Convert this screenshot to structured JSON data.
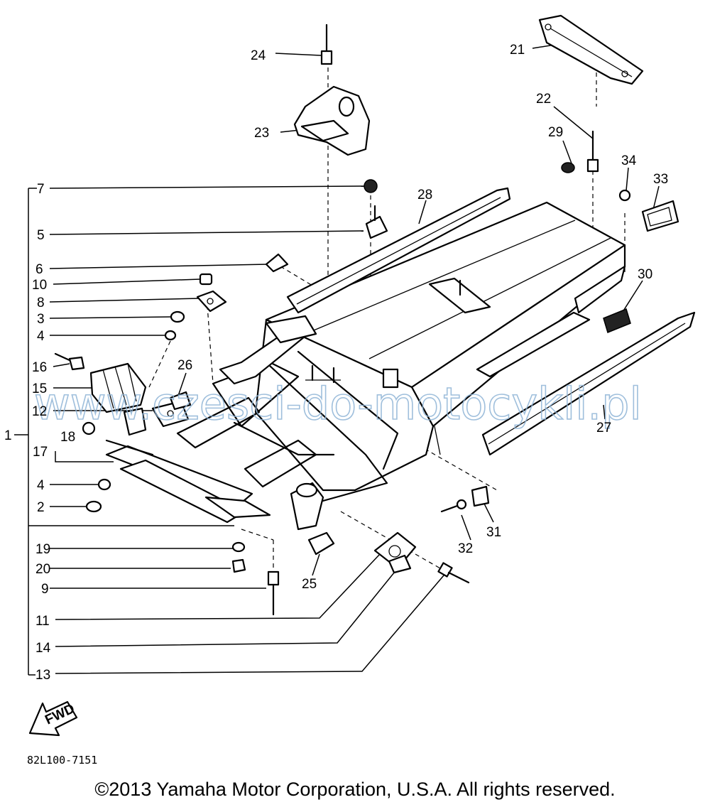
{
  "callouts": {
    "n1": "1",
    "n2": "2",
    "n3": "3",
    "n4a": "4",
    "n4b": "4",
    "n5": "5",
    "n6": "6",
    "n7": "7",
    "n8": "8",
    "n9": "9",
    "n10": "10",
    "n11": "11",
    "n12": "12",
    "n13": "13",
    "n14": "14",
    "n15": "15",
    "n16": "16",
    "n17": "17",
    "n18": "18",
    "n19": "19",
    "n20": "20",
    "n21": "21",
    "n22": "22",
    "n23": "23",
    "n24": "24",
    "n25": "25",
    "n26": "26",
    "n27": "27",
    "n28": "28",
    "n29": "29",
    "n30": "30",
    "n31": "31",
    "n32": "32",
    "n33": "33",
    "n34": "34"
  },
  "fwd_label": "FWD",
  "diagram_code": "82L100-7151",
  "watermark": "www.czesci-do-motocykli.pl",
  "copyright": "©2013 Yamaha Motor Corporation, U.S.A. All rights reserved.",
  "colors": {
    "ink": "#000000",
    "watermark": "#8fb4d6"
  }
}
